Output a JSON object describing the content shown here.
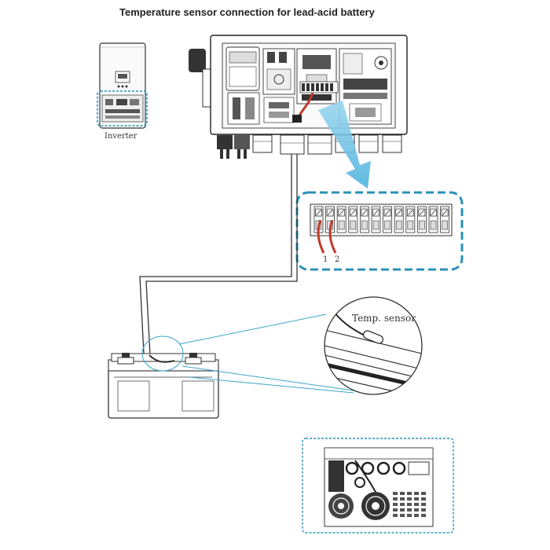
{
  "title": "Temperature sensor connection for lead-acid battery",
  "labels": {
    "inverter": "Inverter",
    "temp_sensor": "Temp. sensor",
    "pin_1": "1",
    "pin_2": "2"
  },
  "colors": {
    "callout_blue": "#2a90b8",
    "arrow_blue": "#6ec3e8",
    "sensor_wire_red": "#c0392b",
    "line_dark": "#333333",
    "line_cyan": "#3aa6c8"
  },
  "terminal_block": {
    "terminal_count": 12
  },
  "icons": [
    "inverter-thumbnail-icon",
    "inverter-unit-icon",
    "battery-icon",
    "temp-sensor-probe-icon",
    "inverter-bottom-view-icon",
    "callout-arrow-icon"
  ]
}
